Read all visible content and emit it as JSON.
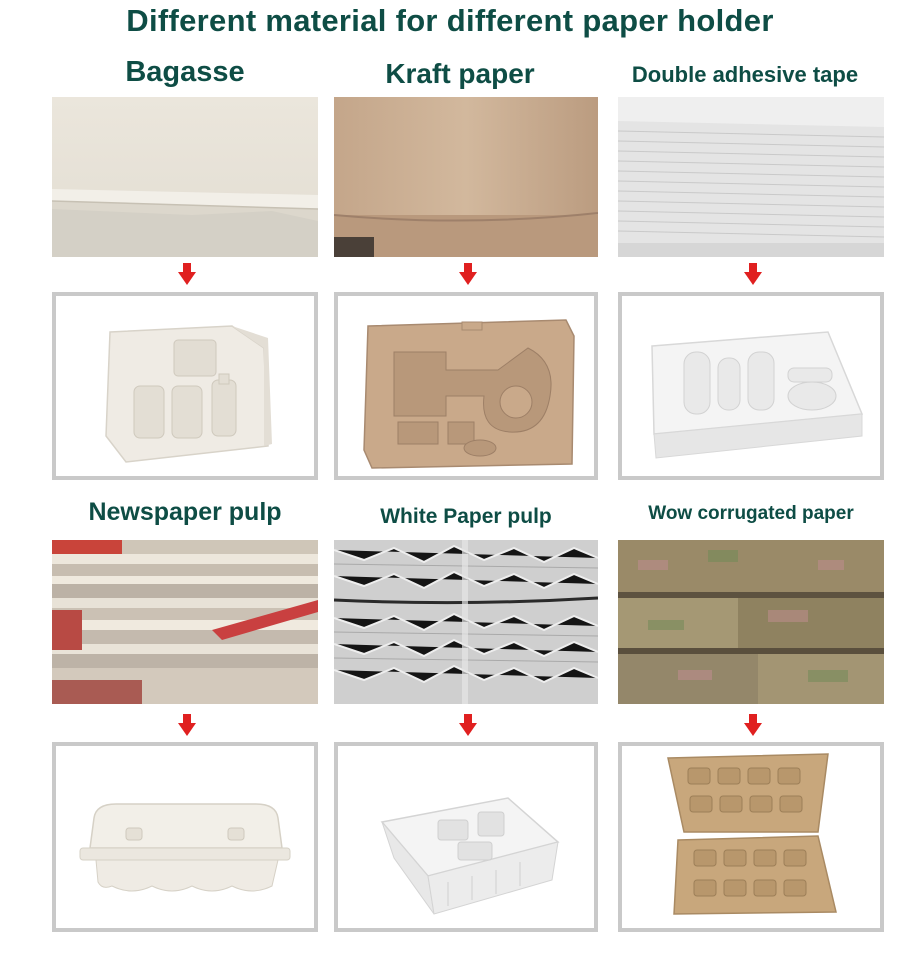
{
  "page_title": "Different material for different paper holder",
  "materials": [
    {
      "label": "Bagasse"
    },
    {
      "label": "Kraft paper"
    },
    {
      "label": "Double adhesive tape"
    },
    {
      "label": "Newspaper pulp"
    },
    {
      "label": "White Paper pulp"
    },
    {
      "label": "Wow corrugated paper"
    }
  ],
  "colors": {
    "title_text": "#0e4d45",
    "arrow": "#e02020",
    "frame_border": "#c9c9c9",
    "bagasse": "#eeeae2",
    "kraft": "#c9a98a",
    "white_tray": "#f6f6f6",
    "pulp_tray": "#c8a77c"
  },
  "icons": {
    "flow_arrow": "arrow-down-icon"
  }
}
